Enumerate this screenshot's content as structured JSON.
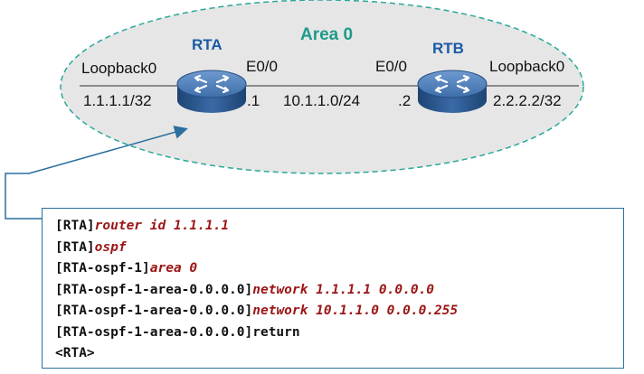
{
  "area": {
    "label": "Area 0"
  },
  "routers": {
    "rta": {
      "name": "RTA",
      "loopback_label": "Loopback0",
      "loopback_addr": "1.1.1.1/32",
      "interface": "E0/0",
      "host": ".1"
    },
    "rtb": {
      "name": "RTB",
      "loopback_label": "Loopback0",
      "loopback_addr": "2.2.2.2/32",
      "interface": "E0/0",
      "host": ".2"
    }
  },
  "link": {
    "network": "10.1.1.0/24"
  },
  "config_lines": [
    {
      "prompt": "[RTA]",
      "command": "router id 1.1.1.1"
    },
    {
      "prompt": "[RTA]",
      "command": "ospf"
    },
    {
      "prompt": "[RTA-ospf-1]",
      "command": "area 0"
    },
    {
      "prompt": "[RTA-ospf-1-area-0.0.0.0]",
      "command": "network 1.1.1.1 0.0.0.0"
    },
    {
      "prompt": "[RTA-ospf-1-area-0.0.0.0]",
      "command": "network 10.1.1.0 0.0.0.255"
    },
    {
      "prompt": "[RTA-ospf-1-area-0.0.0.0]return",
      "command": ""
    },
    {
      "prompt": "<RTA>",
      "command": ""
    }
  ],
  "colors": {
    "area_fill": "#e6e6e6",
    "area_border": "#2aa89a",
    "router_body": "#2f5f9a",
    "command": "#9b1515",
    "callout": "#2b6f9e"
  }
}
